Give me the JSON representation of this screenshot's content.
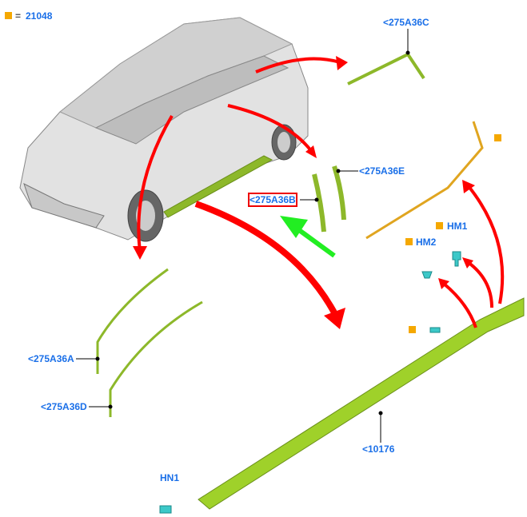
{
  "legend": {
    "symbol_color": "#f5a800",
    "equals": "=",
    "code": "21048"
  },
  "callouts": {
    "c275A36C": "<275A36C",
    "c275A36E": "<275A36E",
    "c275A36B": "<275A36B",
    "hm1": "HM1",
    "hm2": "HM2",
    "c275A36A": "<275A36A",
    "c275A36D": "<275A36D",
    "c10176": "<10176",
    "hn1": "HN1"
  },
  "colors": {
    "callout": "#1a6fe8",
    "arrow": "#ff0000",
    "highlight_arrow": "#22ee22",
    "part": "#8db82a",
    "highlight": "#e00000",
    "clip": "#3cc8c8"
  }
}
